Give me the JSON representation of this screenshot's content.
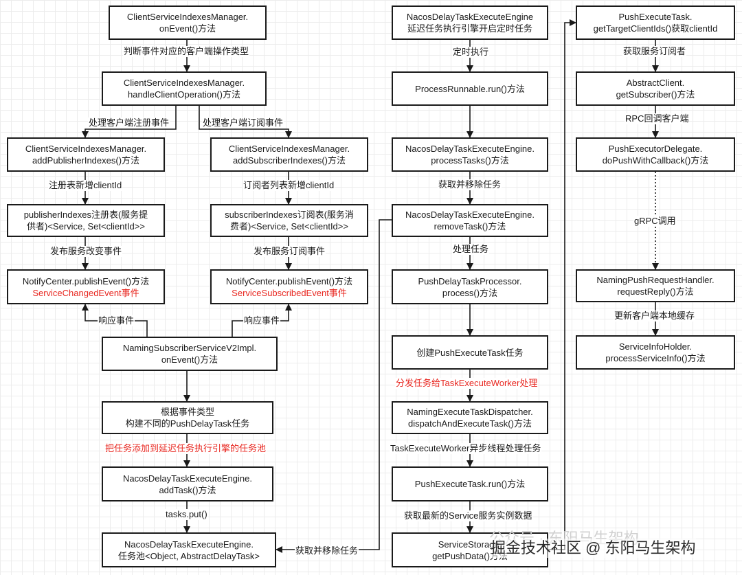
{
  "nodes": {
    "n1": [
      "ClientServiceIndexesManager.",
      "onEvent()方法"
    ],
    "n2": [
      "ClientServiceIndexesManager.",
      "handleClientOperation()方法"
    ],
    "n3": [
      "ClientServiceIndexesManager.",
      "addPublisherIndexes()方法"
    ],
    "n4": [
      "publisherIndexes注册表(服务提",
      "供者)<Service, Set<clientId>>"
    ],
    "n5": [
      "NotifyCenter.publishEvent()方法",
      "ServiceChangedEvent事件"
    ],
    "n6": [
      "ClientServiceIndexesManager.",
      "addSubscriberIndexes()方法"
    ],
    "n7": [
      "subscriberIndexes订阅表(服务消",
      "费者)<Service, Set<clientId>>"
    ],
    "n8": [
      "NotifyCenter.publishEvent()方法",
      "ServiceSubscribedEvent事件"
    ],
    "n9": [
      "NamingSubscriberServiceV2Impl.",
      "onEvent()方法"
    ],
    "n10": [
      "根据事件类型",
      "构建不同的PushDelayTask任务"
    ],
    "n11": [
      "NacosDelayTaskExecuteEngine.",
      "addTask()方法"
    ],
    "n12": [
      "NacosDelayTaskExecuteEngine.",
      "任务池<Object, AbstractDelayTask>"
    ],
    "m1": [
      "NacosDelayTaskExecuteEngine",
      "延迟任务执行引擎开启定时任务"
    ],
    "m2": [
      "ProcessRunnable.run()方法"
    ],
    "m3": [
      "NacosDelayTaskExecuteEngine.",
      "processTasks()方法"
    ],
    "m4": [
      "NacosDelayTaskExecuteEngine.",
      "removeTask()方法"
    ],
    "m5": [
      "PushDelayTaskProcessor.",
      "process()方法"
    ],
    "m6": [
      "创建PushExecuteTask任务"
    ],
    "m7": [
      "NamingExecuteTaskDispatcher.",
      "dispatchAndExecuteTask()方法"
    ],
    "m8": [
      "PushExecuteTask.run()方法"
    ],
    "m9": [
      "ServiceStorage.",
      "getPushData()方法"
    ],
    "r1": [
      "PushExecuteTask.",
      "getTargetClientIds()获取clientId"
    ],
    "r2": [
      "AbstractClient.",
      "getSubscriber()方法"
    ],
    "r3": [
      "PushExecutorDelegate.",
      "doPushWithCallback()方法"
    ],
    "r4": [
      "NamingPushRequestHandler.",
      "requestReply()方法"
    ],
    "r5": [
      "ServiceInfoHolder.",
      "processServiceInfo()方法"
    ]
  },
  "edge_labels": {
    "e1": "判断事件对应的客户端操作类型",
    "e2": "处理客户端注册事件",
    "e3": "处理客户端订阅事件",
    "e4": "注册表新增clientId",
    "e5": "发布服务改变事件",
    "e6": "订阅者列表新增clientId",
    "e7": "发布服务订阅事件",
    "e8": "响应事件",
    "e9": "响应事件",
    "e10": "把任务添加到延迟任务执行引擎的任务池",
    "e11": "tasks.put()",
    "e12": "获取并移除任务",
    "e13": "定时执行",
    "e14": "获取并移除任务",
    "e15": "处理任务",
    "e16": "分发任务给TaskExecuteWorker处理",
    "e17": "TaskExecuteWorker异步线程处理任务",
    "e18": "获取最新的Service服务实例数据",
    "e19": "获取服务订阅者",
    "e20": "RPC回调客户端",
    "e21": "gRPC调用",
    "e22": "更新客户端本地缓存"
  },
  "watermark": {
    "primary": "掘金技术社区 @ 东阳马生架构",
    "faded": "公众号 · 东阳马生架构"
  }
}
